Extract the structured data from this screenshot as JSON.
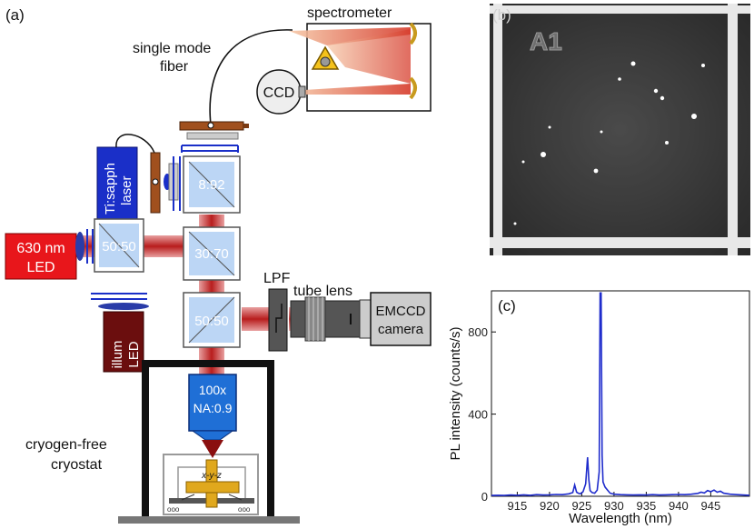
{
  "panels": {
    "a": {
      "label": "(a)",
      "spectrometer": "spectrometer",
      "fiber_line1": "single mode",
      "fiber_line2": "fiber",
      "ccd": "CCD",
      "laser_line1": "Ti:sapph",
      "laser_line2": "laser",
      "led630_line1": "630 nm",
      "led630_line2": "LED",
      "illum_line1": "illum",
      "illum_line2": "LED",
      "bs_top": "8:92",
      "bs_left": "50:50",
      "bs_mid": "30:70",
      "bs_bottom": "50:50",
      "lpf": "LPF",
      "tube_lens": "tube lens",
      "emccd_line1": "EMCCD",
      "emccd_line2": "camera",
      "objective_line1": "100x",
      "objective_line2": "NA:0.9",
      "cryostat_line1": "cryogen-free",
      "cryostat_line2": "cryostat",
      "stage": "x-y-z"
    },
    "b": {
      "label": "(b)",
      "marker": "A1"
    },
    "c": {
      "label": "(c)"
    }
  },
  "colors": {
    "laser_blue": "#1a2fc8",
    "beam_red": "#c42525",
    "led_red": "#e8161b",
    "illum_dark_red": "#6b0e0e",
    "cube_fill": "#bcd6f5",
    "fiber_brown": "#a0501e",
    "spectrum_blue": "#1f2ccc",
    "objective_blue": "#1f6fd6"
  },
  "chart_data": {
    "type": "line",
    "xlabel": "Wavelength (nm)",
    "ylabel": "PL intensity (counts/s)",
    "xlim": [
      911,
      951
    ],
    "ylim": [
      0,
      1000
    ],
    "xticks": [
      915,
      920,
      925,
      930,
      935,
      940,
      945
    ],
    "yticks": [
      0,
      400,
      800
    ],
    "grid": false,
    "series": [
      {
        "x": [
          911,
          912,
          913,
          914,
          915,
          916,
          917,
          918,
          919,
          920,
          921,
          922,
          923,
          923.6,
          923.9,
          924.2,
          924.5,
          924.8,
          925.2,
          925.6,
          925.9,
          926.1,
          926.3,
          926.6,
          927,
          927.4,
          927.7,
          927.85,
          928,
          928.15,
          928.3,
          928.6,
          929,
          929.4,
          930,
          931,
          932,
          933,
          934,
          935,
          936,
          937,
          938,
          939,
          940,
          941,
          942,
          943,
          943.5,
          944,
          944.5,
          945,
          945.5,
          946,
          946.5,
          947,
          948,
          949,
          950,
          951
        ],
        "y": [
          4,
          5,
          4,
          6,
          5,
          7,
          5,
          8,
          6,
          7,
          9,
          8,
          12,
          18,
          55,
          20,
          14,
          12,
          22,
          60,
          190,
          80,
          28,
          18,
          15,
          30,
          120,
          990,
          990,
          200,
          70,
          45,
          30,
          15,
          10,
          8,
          7,
          6,
          7,
          6,
          8,
          6,
          7,
          8,
          9,
          8,
          10,
          14,
          20,
          16,
          28,
          22,
          30,
          20,
          25,
          15,
          10,
          8,
          6,
          5
        ]
      }
    ]
  }
}
